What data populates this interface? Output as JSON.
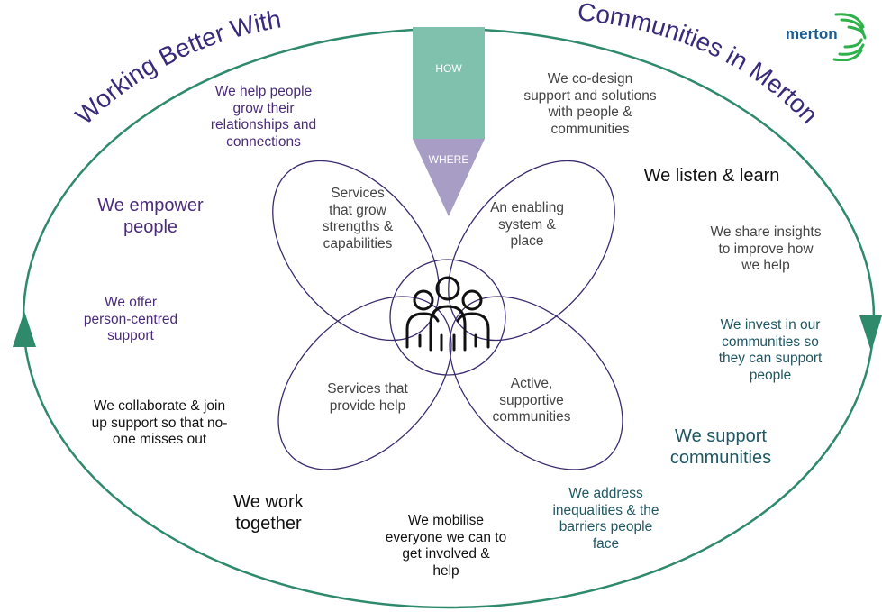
{
  "title_left": "Working Better With",
  "title_right": "Communities in Merton",
  "logo_text": "merton",
  "funnel": {
    "how": "HOW",
    "where": "WHERE"
  },
  "petals": {
    "top_left": [
      "Services",
      "that grow",
      "strengths &",
      "capabilities"
    ],
    "top_right": [
      "An enabling",
      "system &",
      "place"
    ],
    "bottom_left": [
      "Services that",
      "provide help"
    ],
    "bottom_right": [
      "Active,",
      "supportive",
      "communities"
    ]
  },
  "headings": {
    "empower": [
      "We empower",
      "people"
    ],
    "listen": "We listen & learn",
    "support": [
      "We support",
      "communities"
    ],
    "together": [
      "We work",
      "together"
    ]
  },
  "statements": {
    "relationships": [
      "We help people",
      "grow their",
      "relationships and",
      "connections"
    ],
    "codesign": [
      "We co-design",
      "support and solutions",
      "with  people &",
      "communities"
    ],
    "person_centred": [
      "We offer",
      "person-centred",
      "support"
    ],
    "insights": [
      "We share insights",
      "to improve how",
      "we help"
    ],
    "invest": [
      "We invest in our",
      "communities so",
      "they can support",
      "people"
    ],
    "collaborate": [
      "We collaborate & join",
      "up support so that no-",
      "one misses out"
    ],
    "inequalities": [
      "We address",
      "inequalities & the",
      "barriers people",
      "face"
    ],
    "mobilise": [
      "We mobilise",
      "everyone we can to",
      "get involved &",
      "help"
    ]
  },
  "colors": {
    "teal_accent": "#7fc1ad",
    "cycle_green": "#2e8a6a",
    "funnel_purple": "#a89dc5",
    "petal_outline": "#3b2a6e",
    "purple_text": "#4b2c7a",
    "teal_text": "#1f5763",
    "logo_blue": "#1a5c93",
    "logo_green": "#2eb14a"
  },
  "icons": [
    "people-group-icon",
    "cycle-arrow-up-icon",
    "cycle-arrow-down-icon",
    "merton-logo-icon"
  ]
}
